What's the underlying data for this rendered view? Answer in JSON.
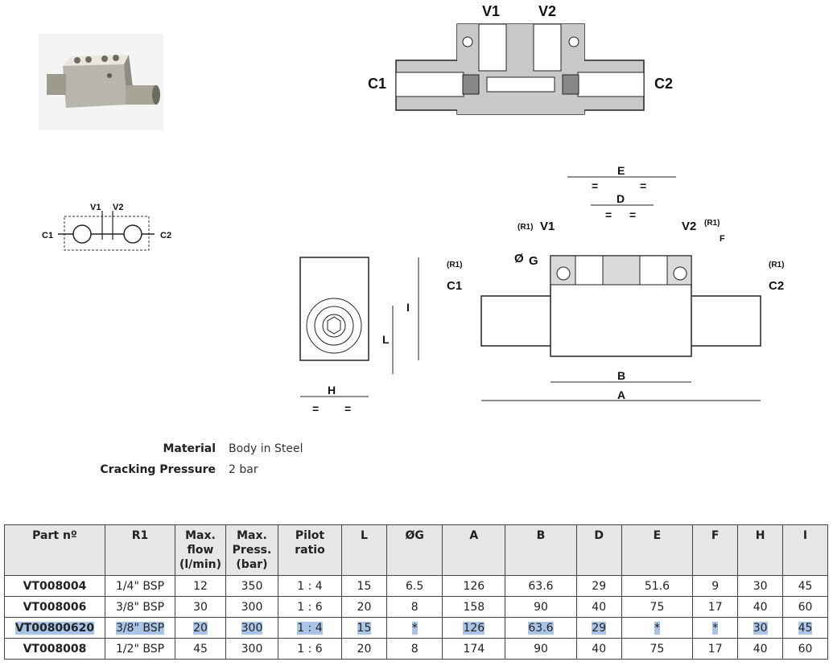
{
  "drawings": {
    "section_labels": {
      "v1": "V1",
      "v2": "V2",
      "c1": "C1",
      "c2": "C2"
    },
    "symbol_labels": {
      "v1": "V1",
      "v2": "V2",
      "c1": "C1",
      "c2": "C2"
    },
    "dimension_labels": {
      "e": "E",
      "d": "D",
      "eq": "=",
      "r1": "(R1)",
      "v1": "V1",
      "v2": "V2",
      "f": "F",
      "g": "G",
      "dia": "Ø",
      "c1": "C1",
      "c2": "C2",
      "b": "B",
      "a": "A",
      "h": "H",
      "l": "L",
      "i": "I"
    }
  },
  "properties": [
    {
      "label": "Material",
      "value": "Body in Steel"
    },
    {
      "label": "Cracking Pressure",
      "value": "2 bar"
    }
  ],
  "table": {
    "headers": [
      "Part nº",
      "R1",
      "Max. flow (l/min)",
      "Max. Press. (bar)",
      "Pilot ratio",
      "L",
      "ØG",
      "A",
      "B",
      "D",
      "E",
      "F",
      "H",
      "I"
    ],
    "rows": [
      [
        "VT008004",
        "1/4\" BSP",
        "12",
        "350",
        "1 : 4",
        "15",
        "6.5",
        "126",
        "63.6",
        "29",
        "51.6",
        "9",
        "30",
        "45"
      ],
      [
        "VT008006",
        "3/8\" BSP",
        "30",
        "300",
        "1 : 6",
        "20",
        "8",
        "158",
        "90",
        "40",
        "75",
        "17",
        "40",
        "60"
      ],
      [
        "VT00800620",
        "3/8\" BSP",
        "20",
        "300",
        "1 : 4",
        "15",
        "*",
        "126",
        "63.6",
        "29",
        "*",
        "*",
        "30",
        "45"
      ],
      [
        "VT008008",
        "1/2\" BSP",
        "45",
        "300",
        "1 : 6",
        "20",
        "8",
        "174",
        "90",
        "40",
        "75",
        "17",
        "40",
        "60"
      ]
    ]
  },
  "colors": {
    "highlight": "#a9c4e6",
    "header_bg": "#e6e6e6",
    "section_gray": "#c9c9c9"
  }
}
